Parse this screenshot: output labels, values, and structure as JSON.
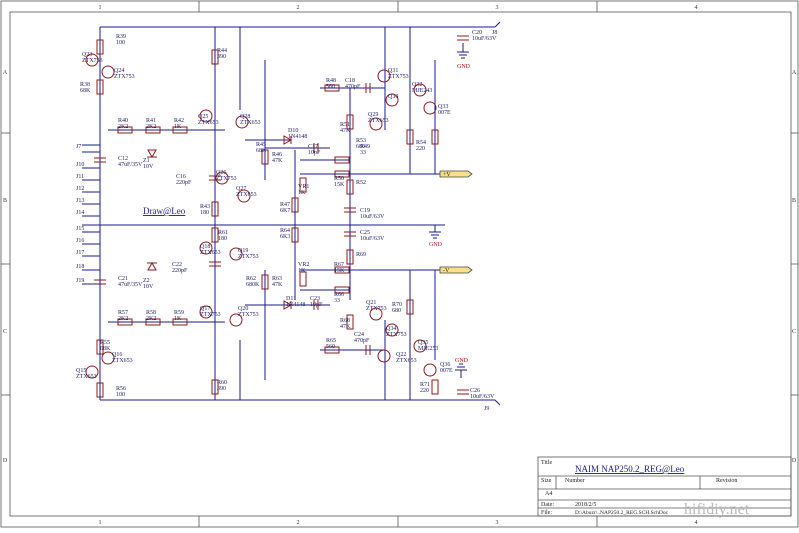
{
  "title_block": {
    "title_label": "Title",
    "title": "NAIM NAP250.2_REG@Leo",
    "size_label": "Size",
    "size": "A4",
    "number_label": "Number",
    "revision_label": "Revision",
    "date_label": "Date:",
    "date": "2018/2/5",
    "file_label": "File:",
    "file": "D:\\Abuzr\\..NAP250.2_REG.SCH.SchDoc"
  },
  "watermark": "hifidiy.net",
  "signature": "Draw@Leo",
  "zones": {
    "columns": [
      "1",
      "2",
      "3",
      "4"
    ],
    "rows": [
      "A",
      "B",
      "C",
      "D"
    ]
  },
  "rails": {
    "positive": "+V",
    "negative": "-V",
    "ground": "GND"
  },
  "connectors": [
    "J7",
    "J10",
    "J11",
    "J12",
    "J13",
    "J14",
    "J15",
    "J16",
    "J17",
    "J18",
    "J19",
    "J8",
    "J9"
  ],
  "components": {
    "top": [
      {
        "ref": "R39",
        "value": "100"
      },
      {
        "ref": "Q23",
        "value": "ZTX753"
      },
      {
        "ref": "Q24",
        "value": "ZTX753"
      },
      {
        "ref": "R38",
        "value": "68K"
      },
      {
        "ref": "R44",
        "value": "390"
      },
      {
        "ref": "R40",
        "value": "2K2"
      },
      {
        "ref": "R41",
        "value": "2K2"
      },
      {
        "ref": "R42",
        "value": "1K"
      },
      {
        "ref": "Q25",
        "value": "ZTX653"
      },
      {
        "ref": "Q28",
        "value": "ZTX653"
      },
      {
        "ref": "C12",
        "value": "47uF/35V"
      },
      {
        "ref": "Z1",
        "value": "10V"
      },
      {
        "ref": "R48",
        "value": "560"
      },
      {
        "ref": "C18",
        "value": "470pF"
      },
      {
        "ref": "Q31",
        "value": "ZTX753"
      },
      {
        "ref": "Q32",
        "value": "MJE243"
      },
      {
        "ref": "Q30",
        "value": ""
      },
      {
        "ref": "Q33",
        "value": "007E"
      },
      {
        "ref": "R51",
        "value": "47K"
      },
      {
        "ref": "Q29",
        "value": "ZTX653"
      },
      {
        "ref": "R53",
        "value": "680"
      },
      {
        "ref": "R54",
        "value": "220"
      },
      {
        "ref": "C20",
        "value": "10uF/63V"
      },
      {
        "ref": "D10",
        "value": "1N4148"
      },
      {
        "ref": "R45",
        "value": "68K"
      },
      {
        "ref": "R46",
        "value": "47K"
      },
      {
        "ref": "C17",
        "value": "10pF"
      },
      {
        "ref": "R49",
        "value": "33"
      },
      {
        "ref": "R50",
        "value": "15K"
      },
      {
        "ref": "VR1",
        "value": "1K"
      },
      {
        "ref": "R52",
        "value": ""
      },
      {
        "ref": "C16",
        "value": "220pF"
      },
      {
        "ref": "Q26",
        "value": "ZTX753"
      },
      {
        "ref": "Q27",
        "value": "ZTX653"
      },
      {
        "ref": "R43",
        "value": "180"
      },
      {
        "ref": "R47",
        "value": "6K7"
      },
      {
        "ref": "C19",
        "value": "10uF/63V"
      }
    ],
    "bottom": [
      {
        "ref": "R64",
        "value": "6K3"
      },
      {
        "ref": "C25",
        "value": "10uF/63V"
      },
      {
        "ref": "R61",
        "value": "180"
      },
      {
        "ref": "Q18",
        "value": "ZTX653"
      },
      {
        "ref": "Q19",
        "value": "ZTX753"
      },
      {
        "ref": "C22",
        "value": "220pF"
      },
      {
        "ref": "R63",
        "value": "47K"
      },
      {
        "ref": "R62",
        "value": "680K"
      },
      {
        "ref": "VR2",
        "value": "1K"
      },
      {
        "ref": "R67",
        "value": "15K"
      },
      {
        "ref": "R69",
        "value": ""
      },
      {
        "ref": "C21",
        "value": "47uF/35V"
      },
      {
        "ref": "Z2",
        "value": "10V"
      },
      {
        "ref": "D11",
        "value": "1N4148"
      },
      {
        "ref": "C23",
        "value": "10pF"
      },
      {
        "ref": "R66",
        "value": "33"
      },
      {
        "ref": "R57",
        "value": "2K2"
      },
      {
        "ref": "R58",
        "value": "2K2"
      },
      {
        "ref": "R59",
        "value": "1K"
      },
      {
        "ref": "Q17",
        "value": "ZTX753"
      },
      {
        "ref": "Q20",
        "value": "ZTX753"
      },
      {
        "ref": "R68",
        "value": "47K"
      },
      {
        "ref": "Q21",
        "value": "ZTX753"
      },
      {
        "ref": "R70",
        "value": "680"
      },
      {
        "ref": "Q34",
        "value": "ZTX753"
      },
      {
        "ref": "R55",
        "value": "68K"
      },
      {
        "ref": "Q16",
        "value": "ZTX653"
      },
      {
        "ref": "Q15",
        "value": "ZTX653"
      },
      {
        "ref": "R65",
        "value": "560"
      },
      {
        "ref": "C24",
        "value": "470pF"
      },
      {
        "ref": "Q22",
        "value": "ZTX653"
      },
      {
        "ref": "Q35",
        "value": "MJE253"
      },
      {
        "ref": "Q36",
        "value": "007E"
      },
      {
        "ref": "R71",
        "value": "220"
      },
      {
        "ref": "C26",
        "value": "10uF/63V"
      },
      {
        "ref": "R56",
        "value": "100"
      },
      {
        "ref": "R60",
        "value": "390"
      }
    ]
  }
}
